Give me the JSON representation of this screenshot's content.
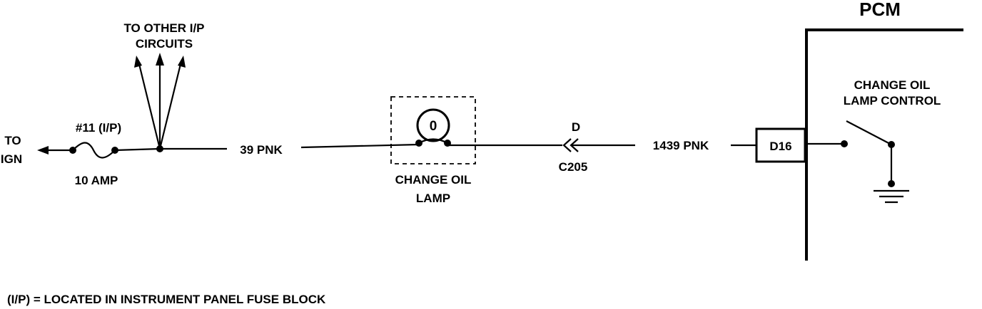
{
  "pcm": {
    "title": "PCM"
  },
  "other_circuits": {
    "line1": "TO OTHER I/P",
    "line2": "CIRCUITS"
  },
  "to_ign": {
    "line1": "TO",
    "line2": "IGN"
  },
  "fuse": {
    "name": "#11  (I/P)",
    "rating": "10 AMP"
  },
  "wire_a": {
    "label": "39 PNK"
  },
  "lamp": {
    "line1": "CHANGE OIL",
    "line2": "LAMP",
    "symbol": "0"
  },
  "connector": {
    "pin": "D",
    "name": "C205"
  },
  "wire_b": {
    "label": "1439 PNK"
  },
  "terminal": {
    "label": "D16"
  },
  "lamp_control": {
    "line1": "CHANGE OIL",
    "line2": "LAMP CONTROL"
  },
  "footnote": {
    "text": "(I/P)  =  LOCATED IN INSTRUMENT PANEL FUSE BLOCK"
  }
}
